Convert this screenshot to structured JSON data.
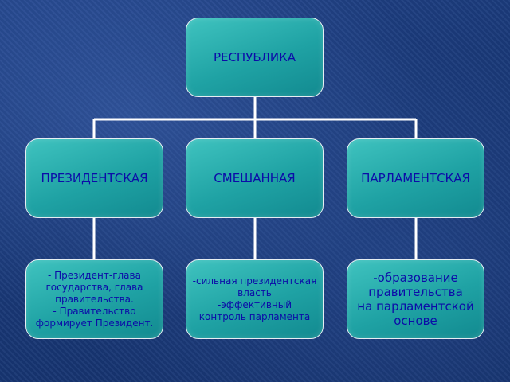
{
  "diagram": {
    "root": "РЕСПУБЛИКА",
    "types": [
      {
        "label": "ПРЕЗИДЕНТСКАЯ",
        "description": "- Президент-глава\nгосударства, глава\nправительства.\n- Правительство\nформирует Президент."
      },
      {
        "label": "СМЕШАННАЯ",
        "description": "-сильная президентская\nвласть\n-эффективный\nконтроль парламента"
      },
      {
        "label": "ПАРЛАМЕНТСКАЯ",
        "description": "-образование\nправительства\nна парламентской\nоснове"
      }
    ]
  },
  "colors": {
    "box_fill": "#1fa2a4",
    "box_text": "#0c0ca8",
    "connector": "#ffffff",
    "background": "#1a3a7a"
  }
}
